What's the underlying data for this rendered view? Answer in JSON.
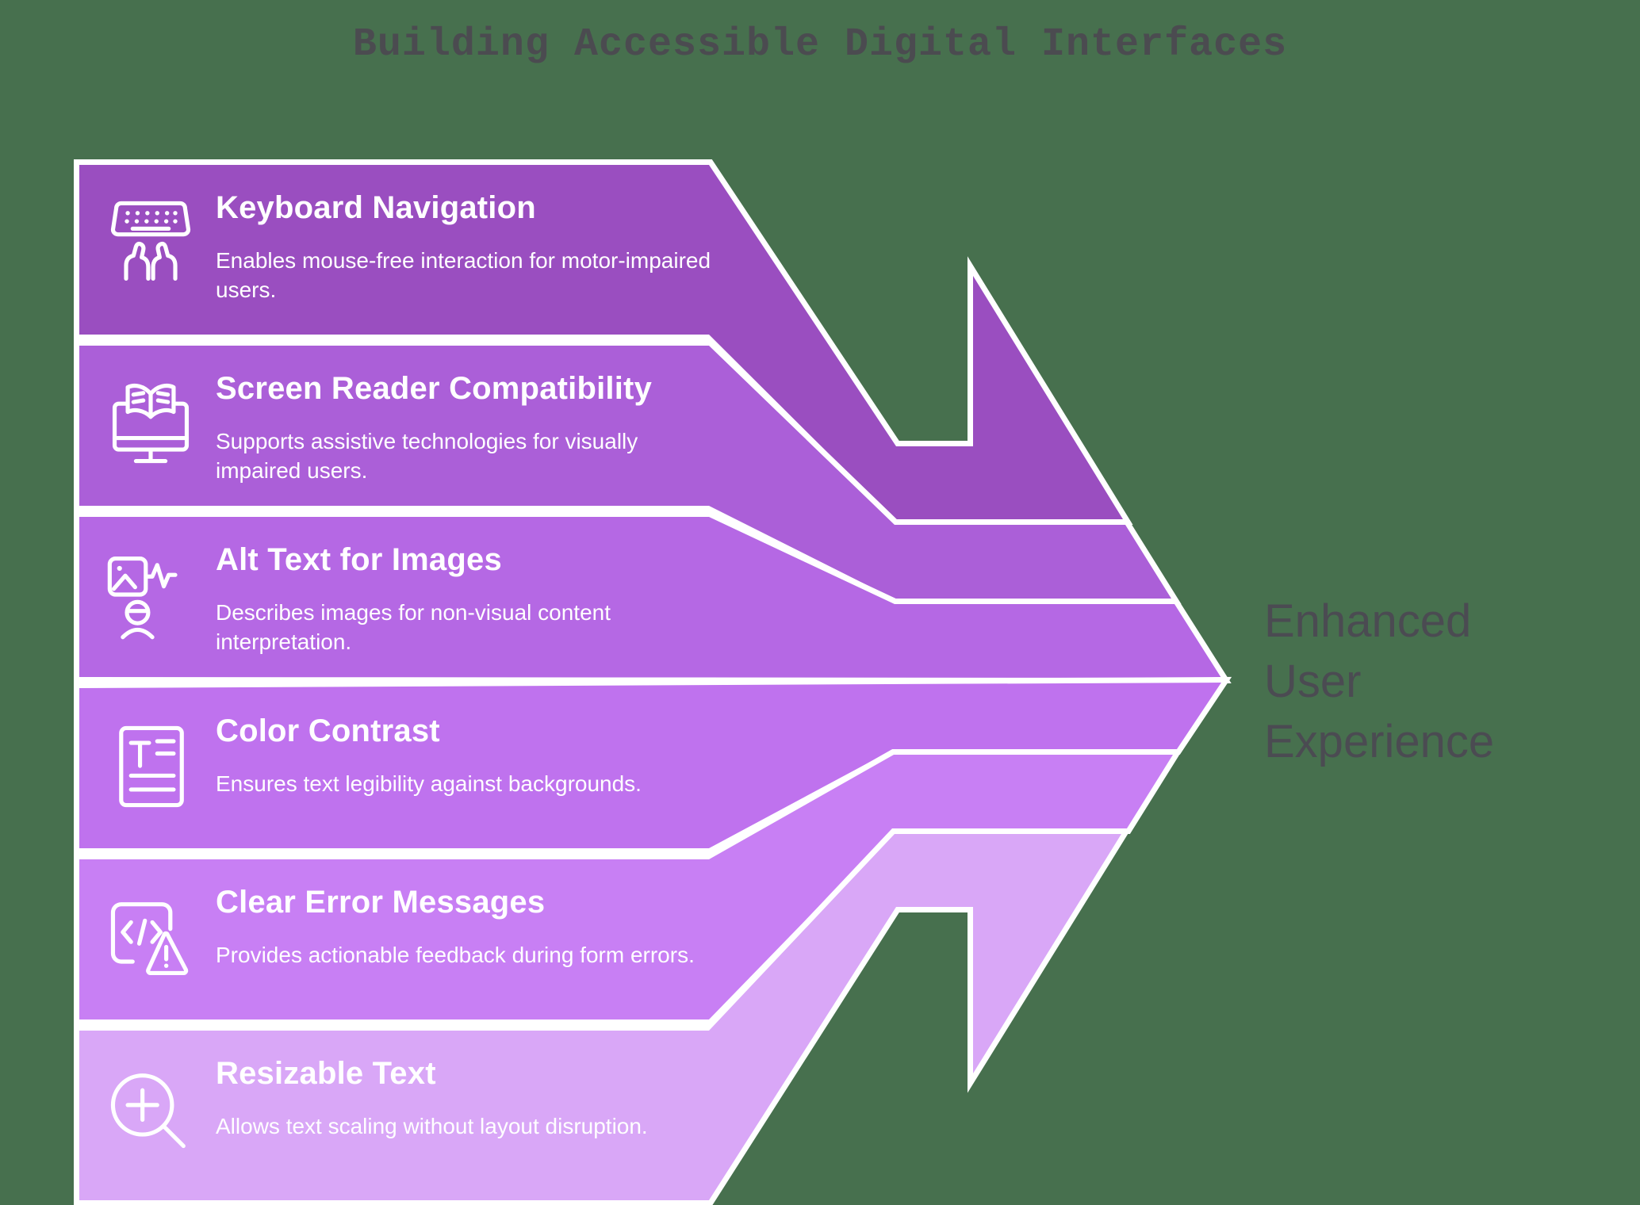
{
  "title": "Building Accessible Digital Interfaces",
  "outcome": {
    "label": "Enhanced User Experience",
    "color": "#4b4b52"
  },
  "colors": {
    "background": "#47704e",
    "divider": "#ffffff",
    "title_text": "#4b4b50",
    "band_text": "#ffffff"
  },
  "steps": [
    {
      "title": "Keyboard Navigation",
      "desc": "Enables mouse-free interaction for motor-impaired users.",
      "icon": "keyboard-hands-icon",
      "color": "#9a4ec0"
    },
    {
      "title": "Screen Reader Compatibility",
      "desc": "Supports assistive technologies for visually impaired users.",
      "icon": "screen-reader-icon",
      "color": "#ab5fd8"
    },
    {
      "title": "Alt Text for Images",
      "desc": "Describes images for non-visual content interpretation.",
      "icon": "alt-text-image-icon",
      "color": "#b568e4"
    },
    {
      "title": "Color Contrast",
      "desc": "Ensures text legibility against backgrounds.",
      "icon": "document-text-icon",
      "color": "#bf72ee"
    },
    {
      "title": "Clear Error Messages",
      "desc": "Provides actionable feedback during form errors.",
      "icon": "code-warning-icon",
      "color": "#c87ff4"
    },
    {
      "title": "Resizable Text",
      "desc": "Allows text scaling without layout disruption.",
      "icon": "magnifier-zoom-icon",
      "color": "#d9a7f7"
    }
  ]
}
